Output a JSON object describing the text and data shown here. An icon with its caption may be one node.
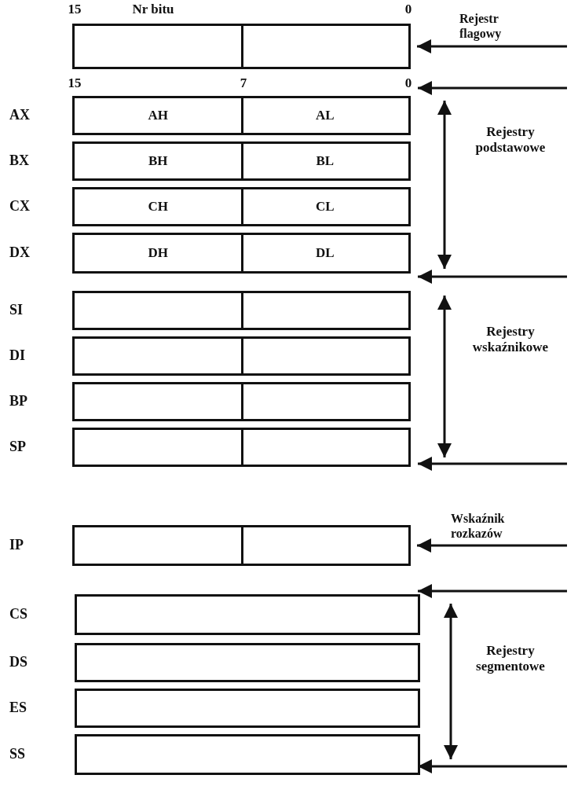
{
  "diagram": {
    "nodes": [
      {
        "text": [],
        "shape": "box"
      },
      {
        "text": [
          "AH",
          "AL"
        ],
        "beside": [
          "AX"
        ]
      },
      {
        "text": [
          "BH",
          "BL"
        ],
        "beside": [
          "BX"
        ]
      },
      {
        "text": [
          "CH",
          "CL"
        ],
        "beside": [
          "CX"
        ]
      },
      {
        "text": [
          "DH",
          "DL"
        ],
        "beside": [
          "DX"
        ]
      },
      {
        "text": [],
        "shape": "box",
        "beside": [
          "SI"
        ]
      },
      {
        "text": [],
        "shape": "box",
        "beside": [
          "DI"
        ]
      },
      {
        "text": [],
        "shape": "box",
        "beside": [
          "BP"
        ]
      },
      {
        "text": [],
        "shape": "box",
        "beside": [
          "SP"
        ]
      },
      {
        "text": [],
        "shape": "box",
        "beside": [
          "IP"
        ]
      },
      {
        "text": [],
        "shape": "box",
        "beside": [
          "CS"
        ]
      },
      {
        "text": [],
        "shape": "box",
        "beside": [
          "DS"
        ]
      },
      {
        "text": [],
        "shape": "box",
        "beside": [
          "ES"
        ]
      },
      {
        "text": [],
        "shape": "box",
        "beside": [
          "SS"
        ]
      }
    ],
    "edges": [
      {
        "from": null,
        "to": 0,
        "arrow": "to",
        "label": "Rejestr flagowy"
      },
      {
        "from": null,
        "to": 9,
        "arrow": "to",
        "label": "Wskaźnik rozkazów"
      }
    ],
    "labels": [
      "15",
      "Nr bitu",
      "0",
      "15",
      "7",
      "0",
      "Rejestry podstawowe",
      "Rejestry wskaźnikowe",
      "Rejestry segmentowe"
    ]
  }
}
